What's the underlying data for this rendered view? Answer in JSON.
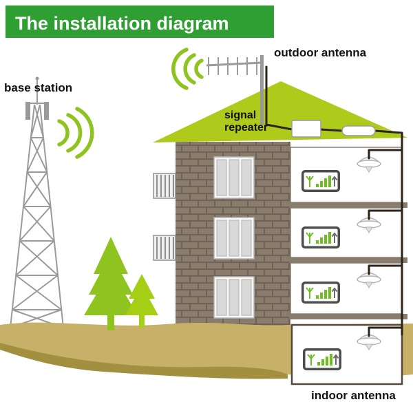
{
  "title": "The installation diagram",
  "labels": {
    "outdoor_antenna": "outdoor antenna",
    "base_station": "base station",
    "signal_repeater_line1": "signal",
    "signal_repeater_line2": "repeater",
    "indoor_antenna": "indoor antenna"
  },
  "colors": {
    "header_green": "#2f9e33",
    "lime_green": "#8fc31f",
    "tree_green2": "#a4cf14",
    "roof_green": "#aeca1b",
    "brick_brown": "#8a7c6d",
    "mortar_brown": "#6e6156",
    "ground_tan": "#c7b169",
    "ground_dark": "#a28f3f",
    "cable_dark": "#2e2318",
    "metal_gray": "#9a9a9a",
    "signal_green": "#6cbf1f"
  }
}
